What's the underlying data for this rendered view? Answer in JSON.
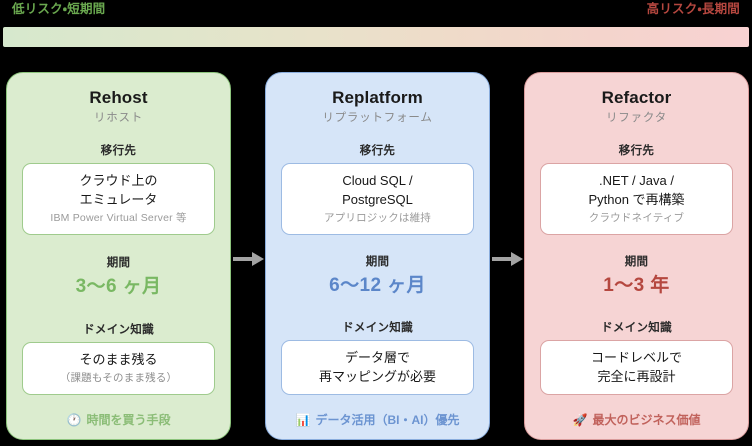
{
  "axis": {
    "low_label": "低リスク・短期間",
    "high_label": "高リスク・長期間",
    "low_color": "#6aa84f",
    "high_color": "#b5473f",
    "gradient_from": "#d6e8cd",
    "gradient_to": "#f8d2d2"
  },
  "labels": {
    "target_heading": "移行先",
    "duration_heading": "期間",
    "domain_heading": "ドメイン知識"
  },
  "cards": [
    {
      "title": "Rehost",
      "subtitle": "リホスト",
      "target_heading": "移行先",
      "target_main": "クラウド上の\nエミュレータ",
      "target_line1": "クラウド上の",
      "target_line2": "エミュレータ",
      "target_note": "IBM Power Virtual Server 等",
      "duration_heading": "期間",
      "duration_value": "3〜6 ヶ月",
      "domain_heading": "ドメイン知識",
      "domain_line1": "そのまま残る",
      "domain_note": "（課題もそのまま残る）",
      "footer_icon": "🕐",
      "footer_text": "時間を買う手段",
      "accent": "#79b863",
      "bg": "#dbeccf",
      "border": "#8cc47c"
    },
    {
      "title": "Replatform",
      "subtitle": "リプラットフォーム",
      "target_heading": "移行先",
      "target_line1": "Cloud SQL /",
      "target_line2": "PostgreSQL",
      "target_note": "アプリロジックは維持",
      "duration_heading": "期間",
      "duration_value": "6〜12 ヶ月",
      "domain_heading": "ドメイン知識",
      "domain_line1": "データ層で",
      "domain_line2": "再マッピングが必要",
      "domain_note": "",
      "footer_icon": "📊",
      "footer_text": "データ活用（BI・AI）優先",
      "accent": "#5b86c9",
      "bg": "#d6e5f8",
      "border": "#8aaddd"
    },
    {
      "title": "Refactor",
      "subtitle": "リファクタ",
      "target_heading": "移行先",
      "target_line1": ".NET / Java /",
      "target_line2": "Python で再構築",
      "target_note": "クラウドネイティブ",
      "duration_heading": "期間",
      "duration_value": "1〜3 年",
      "domain_heading": "ドメイン知識",
      "domain_line1": "コードレベルで",
      "domain_line2": "完全に再設計",
      "domain_note": "",
      "footer_icon": "🚀",
      "footer_text": "最大のビジネス価値",
      "accent": "#b5473f",
      "bg": "#f6d4d4",
      "border": "#d99b9b"
    }
  ],
  "arrows": {
    "count": 2,
    "color": "#a3a3a3",
    "direction": "right"
  }
}
